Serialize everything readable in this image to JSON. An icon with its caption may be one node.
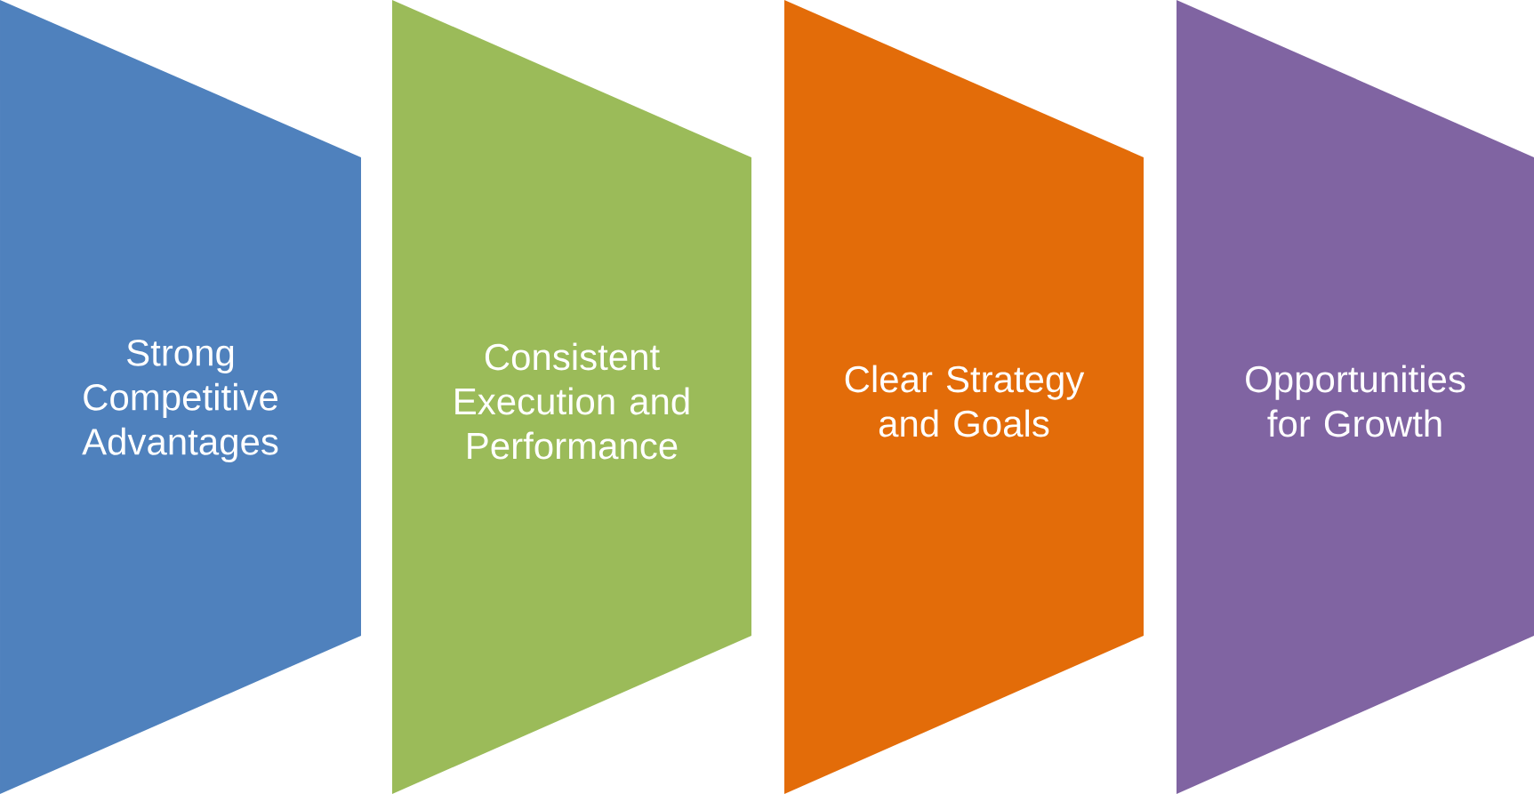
{
  "diagram": {
    "nodes": [
      {
        "text": [
          "Strong Competitive Advantages"
        ]
      },
      {
        "text": [
          "Consistent Execution and Performance"
        ]
      },
      {
        "text": [
          "Clear Strategy and Goals"
        ]
      },
      {
        "text": [
          "Opportunities for Growth"
        ]
      }
    ]
  }
}
